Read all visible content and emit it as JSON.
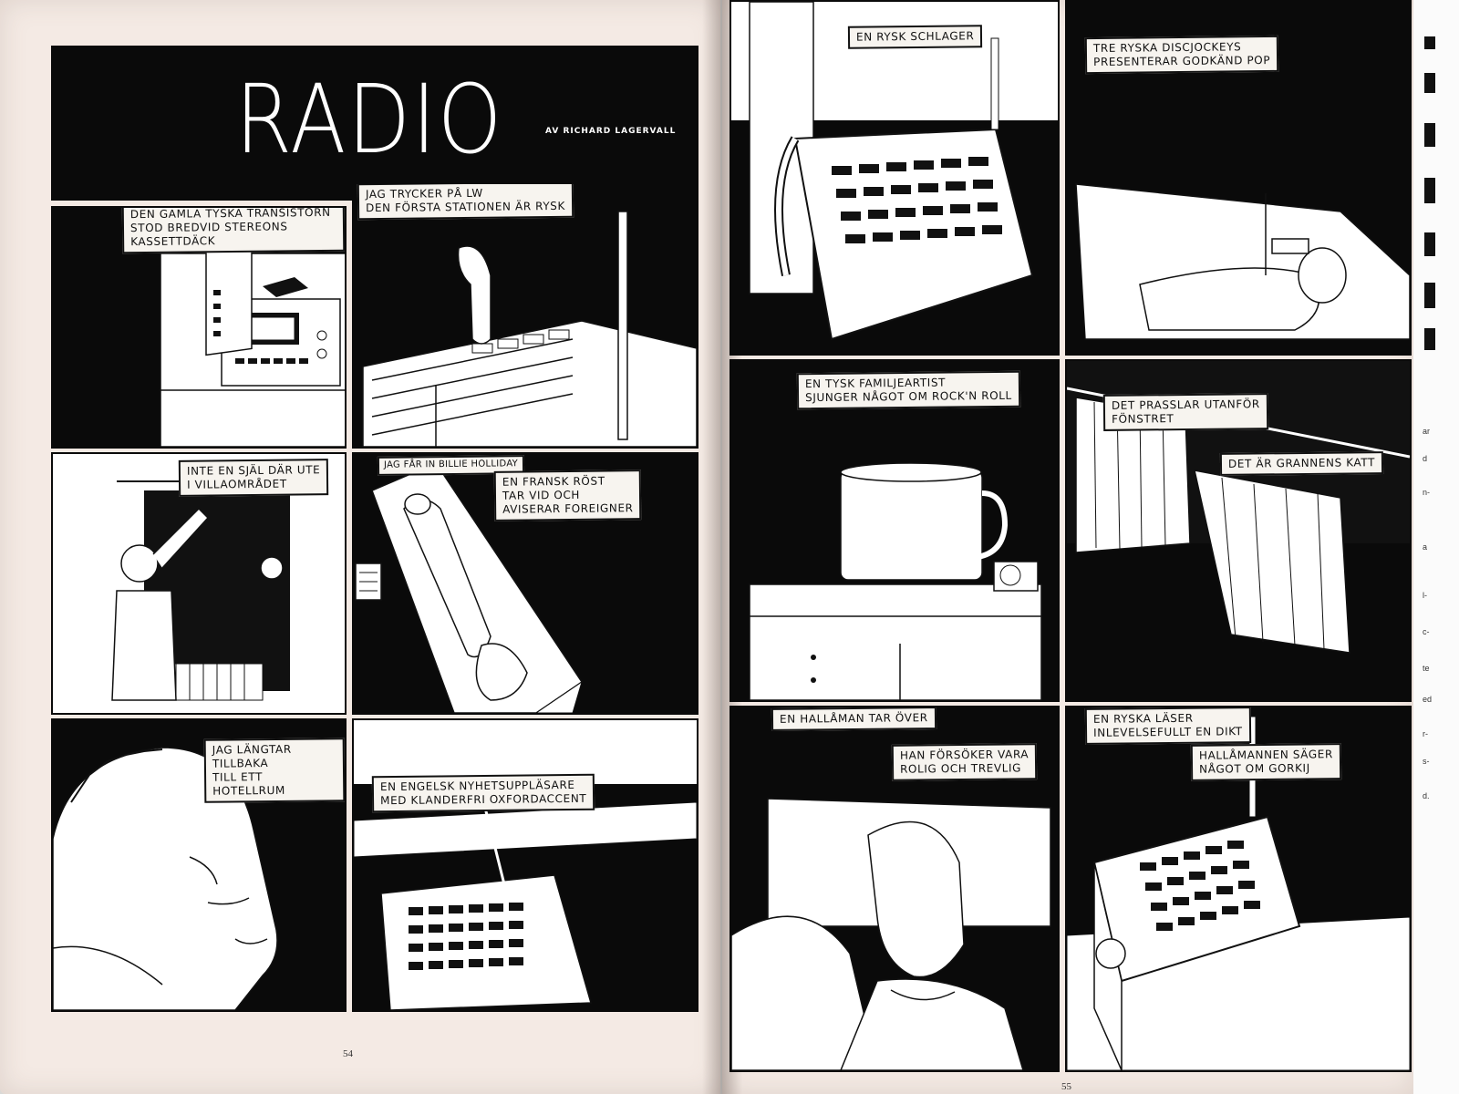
{
  "magazine": {
    "title": "RADIO",
    "byline": "AV RICHARD LAGERVALL",
    "page_left": "54",
    "page_right": "55"
  },
  "captions": {
    "p1": "DEN GAMLA TYSKA TRANSISTORN\nSTOD BREDVID STEREONS KASSETTDÄCK",
    "p2": "JAG TRYCKER PÅ LW\nDEN FÖRSTA STATIONEN ÄR RYSK",
    "p3": "INTE EN SJÄL DÄR UTE\nI VILLAOMRÅDET",
    "p4a": "JAG FÅR IN BILLIE HOLLIDAY",
    "p4b": "EN FRANSK RÖST\nTAR VID OCH\nAVISERAR FOREIGNER",
    "p5": "JAG LÄNGTAR TILLBAKA\nTILL ETT HOTELLRUM",
    "p6": "EN ENGELSK NYHETSUPPLÄSARE\nMED KLANDERFRI OXFORDACCENT",
    "p7": "EN RYSK SCHLAGER",
    "p8": "TRE RYSKA DISCJOCKEYS\nPRESENTERAR GODKÄND POP",
    "p9": "EN TYSK FAMILJEARTIST\nSJUNGER NÅGOT OM ROCK'N ROLL",
    "p10a": "DET PRASSLAR UTANFÖR\nFÖNSTRET",
    "p10b": "DET ÄR GRANNENS KATT",
    "p11a": "EN HALLÅMAN TAR ÖVER",
    "p11b": "HAN FÖRSÖKER VARA\nROLIG OCH TREVLIG",
    "p12a": "EN RYSKA LÄSER\nINLEVELSEFULLT EN DIKT",
    "p12b": "HALLÅMANNEN SÄGER\nNÅGOT OM GORKIJ"
  },
  "edge_text": [
    "ar",
    "d",
    "n-",
    "a",
    "l-",
    "c-",
    "te",
    "ed",
    "r-",
    "s-",
    "d."
  ],
  "colors": {
    "ink": "#0a0a0a",
    "paper": "#f4eae4",
    "caption_bg": "#f7f4ef"
  }
}
